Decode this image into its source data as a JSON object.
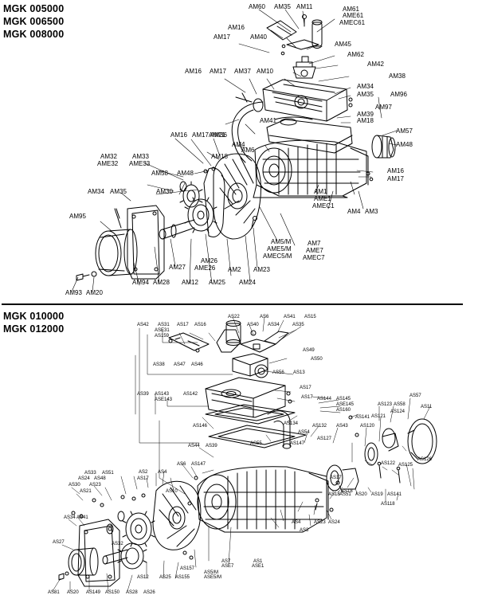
{
  "top_section": {
    "models": [
      "MGK 005000",
      "MGK 006500",
      "MGK 008000"
    ],
    "labels": [
      "AM60",
      "AM35",
      "AM11",
      "AM61",
      "AME61",
      "AMEC61",
      "AM16",
      "AM40",
      "AM17",
      "AM45",
      "AM62",
      "AM42",
      "AM38",
      "AM16",
      "AM17",
      "AM37",
      "AM10",
      "AM34",
      "AM35",
      "AM96",
      "AM39",
      "AM18",
      "AM97",
      "AM36",
      "AM41",
      "AM57",
      "AM48",
      "AM16",
      "AM17",
      "AM21",
      "AM4",
      "AM6",
      "AM18",
      "AM32",
      "AME32",
      "AM33",
      "AME33",
      "AM58",
      "AM48",
      "AM30",
      "AM34",
      "AM35",
      "AM16",
      "AM17",
      "AM1",
      "AME1",
      "AMEC1",
      "AM4",
      "AM3",
      "AM95",
      "AM5/M",
      "AME5/M",
      "AMEC5/M",
      "AM7",
      "AME7",
      "AMEC7",
      "AM26",
      "AME26",
      "AM27",
      "AM23",
      "AM94",
      "AM28",
      "AM12",
      "AM25",
      "AM2",
      "AM24",
      "AM93",
      "AM20"
    ]
  },
  "bottom_section": {
    "models": [
      "MGK 010000",
      "MGK 012000"
    ],
    "labels": [
      "AS22",
      "AS6",
      "AS41",
      "AS15",
      "AS42",
      "AS31",
      "ASE31",
      "AS159",
      "AS17",
      "AS16",
      "AS40",
      "AS34",
      "AS35",
      "AS49",
      "AS50",
      "AS38",
      "AS47",
      "AS46",
      "AS56",
      "AS13",
      "AS17",
      "AS39",
      "AS143",
      "ASE143",
      "AS142",
      "AS17",
      "AS144",
      "AS145",
      "ASE145",
      "AS160",
      "AS57",
      "AS58",
      "AS11",
      "AS123",
      "AS124",
      "AS121",
      "AS141",
      "AS120",
      "AS146",
      "AS134",
      "AS132",
      "AS43",
      "AS127",
      "AS54",
      "AS147",
      "AS55",
      "AS44",
      "AS39",
      "AS147",
      "AS6",
      "AS18",
      "AS122",
      "AS125",
      "AS126",
      "AS33",
      "AS51",
      "AS2",
      "AS4",
      "AS24",
      "AS48",
      "AS17",
      "AS30",
      "AS23",
      "AS21",
      "AS10",
      "AS17",
      "AS18",
      "AS51",
      "AS20",
      "AS19",
      "AS141",
      "AS118",
      "AS34",
      "AS41",
      "AS23",
      "AS24",
      "AS4",
      "AS3",
      "AS27",
      "AS32",
      "AS7",
      "ASE7",
      "AS5/M",
      "ASE5/M",
      "AS1",
      "ASE1",
      "AS157",
      "AS12",
      "AS25",
      "AS155",
      "AS81",
      "AS20",
      "AS149",
      "AS150",
      "AS28",
      "AS26"
    ]
  }
}
